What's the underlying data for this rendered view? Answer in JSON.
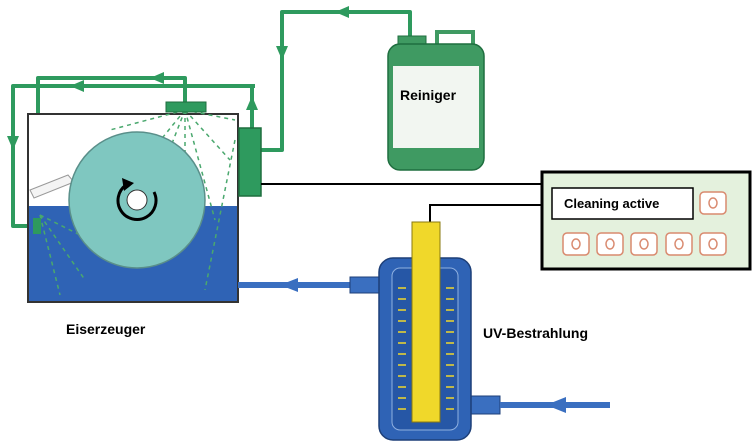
{
  "labels": {
    "cleaner": "Reiniger",
    "ice_maker": "Eiserzeuger",
    "uv": "UV-Bestrahlung",
    "display": "Cleaning active"
  },
  "colors": {
    "green": "#2e9a5e",
    "green_dark": "#1f6e3f",
    "canister": "#3f9a62",
    "canister_body": "#f2f6f1",
    "water": "#2f63b5",
    "water_line": "#3a6fc0",
    "drum": "#7fc7c0",
    "uv_lamp": "#f0d82a",
    "panel_bg": "#e4f1dd",
    "button_ring": "#d98a6f"
  },
  "controller": {
    "button_count": 6
  }
}
